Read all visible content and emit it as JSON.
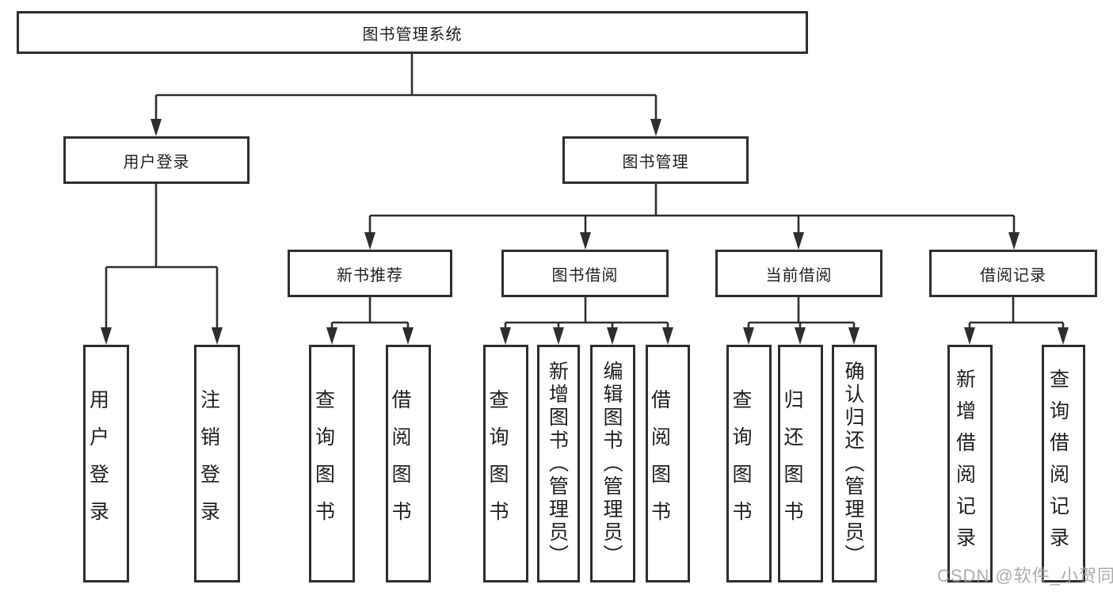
{
  "root": {
    "label": "图书管理系统"
  },
  "branches": {
    "user_login": {
      "label": "用户登录"
    },
    "book_mgmt": {
      "label": "图书管理"
    }
  },
  "modules": {
    "new_books": {
      "label": "新书推荐"
    },
    "book_borrow": {
      "label": "图书借阅"
    },
    "current_borrow": {
      "label": "当前借阅"
    },
    "borrow_records": {
      "label": "借阅记录"
    }
  },
  "leaves": {
    "user_login_leaf": {
      "label": "用户登录"
    },
    "logout": {
      "label": "注销登录"
    },
    "nb_query": {
      "label": "查询图书"
    },
    "nb_borrow": {
      "label": "借阅图书"
    },
    "bb_query": {
      "label": "查询图书"
    },
    "bb_add": {
      "label": "新增图书（管理员）"
    },
    "bb_edit": {
      "label": "编辑图书（管理员）"
    },
    "bb_borrow": {
      "label": "借阅图书"
    },
    "cb_query": {
      "label": "查询图书"
    },
    "cb_return": {
      "label": "归还图书"
    },
    "cb_confirm": {
      "label": "确认归还（管理员）"
    },
    "br_add": {
      "label": "新增借阅记录"
    },
    "br_query": {
      "label": "查询借阅记录"
    }
  },
  "watermark": {
    "text": "CSDN @软件_小贺同学"
  },
  "colors": {
    "line": "#2e2e2e",
    "box_border": "#2e2e2e",
    "box_background": "#ffffff",
    "text": "#1f1f1f",
    "watermark": "#9e9ea0",
    "background": "#ffffff"
  }
}
